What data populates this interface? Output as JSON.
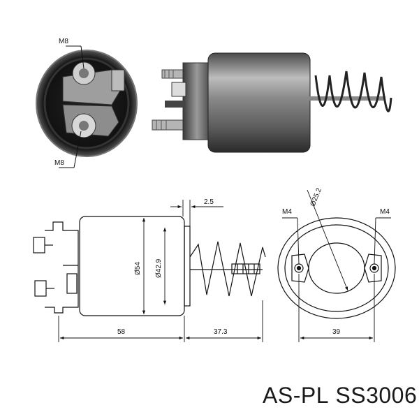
{
  "labels": {
    "thread_top": "M8",
    "thread_bottom": "M8",
    "dim_offset": "2.5",
    "dim_body_dia": "Ø54",
    "dim_plunger_dia": "Ø42.9",
    "dim_body_len": "58",
    "dim_spring_len": "37.3",
    "dim_plate_dia": "Ø25.2",
    "thread_left_mount": "M4",
    "thread_right_mount": "M4",
    "dim_mount_spacing": "39"
  },
  "caption": {
    "brand": "AS-PL",
    "part_number": "SS3006"
  }
}
